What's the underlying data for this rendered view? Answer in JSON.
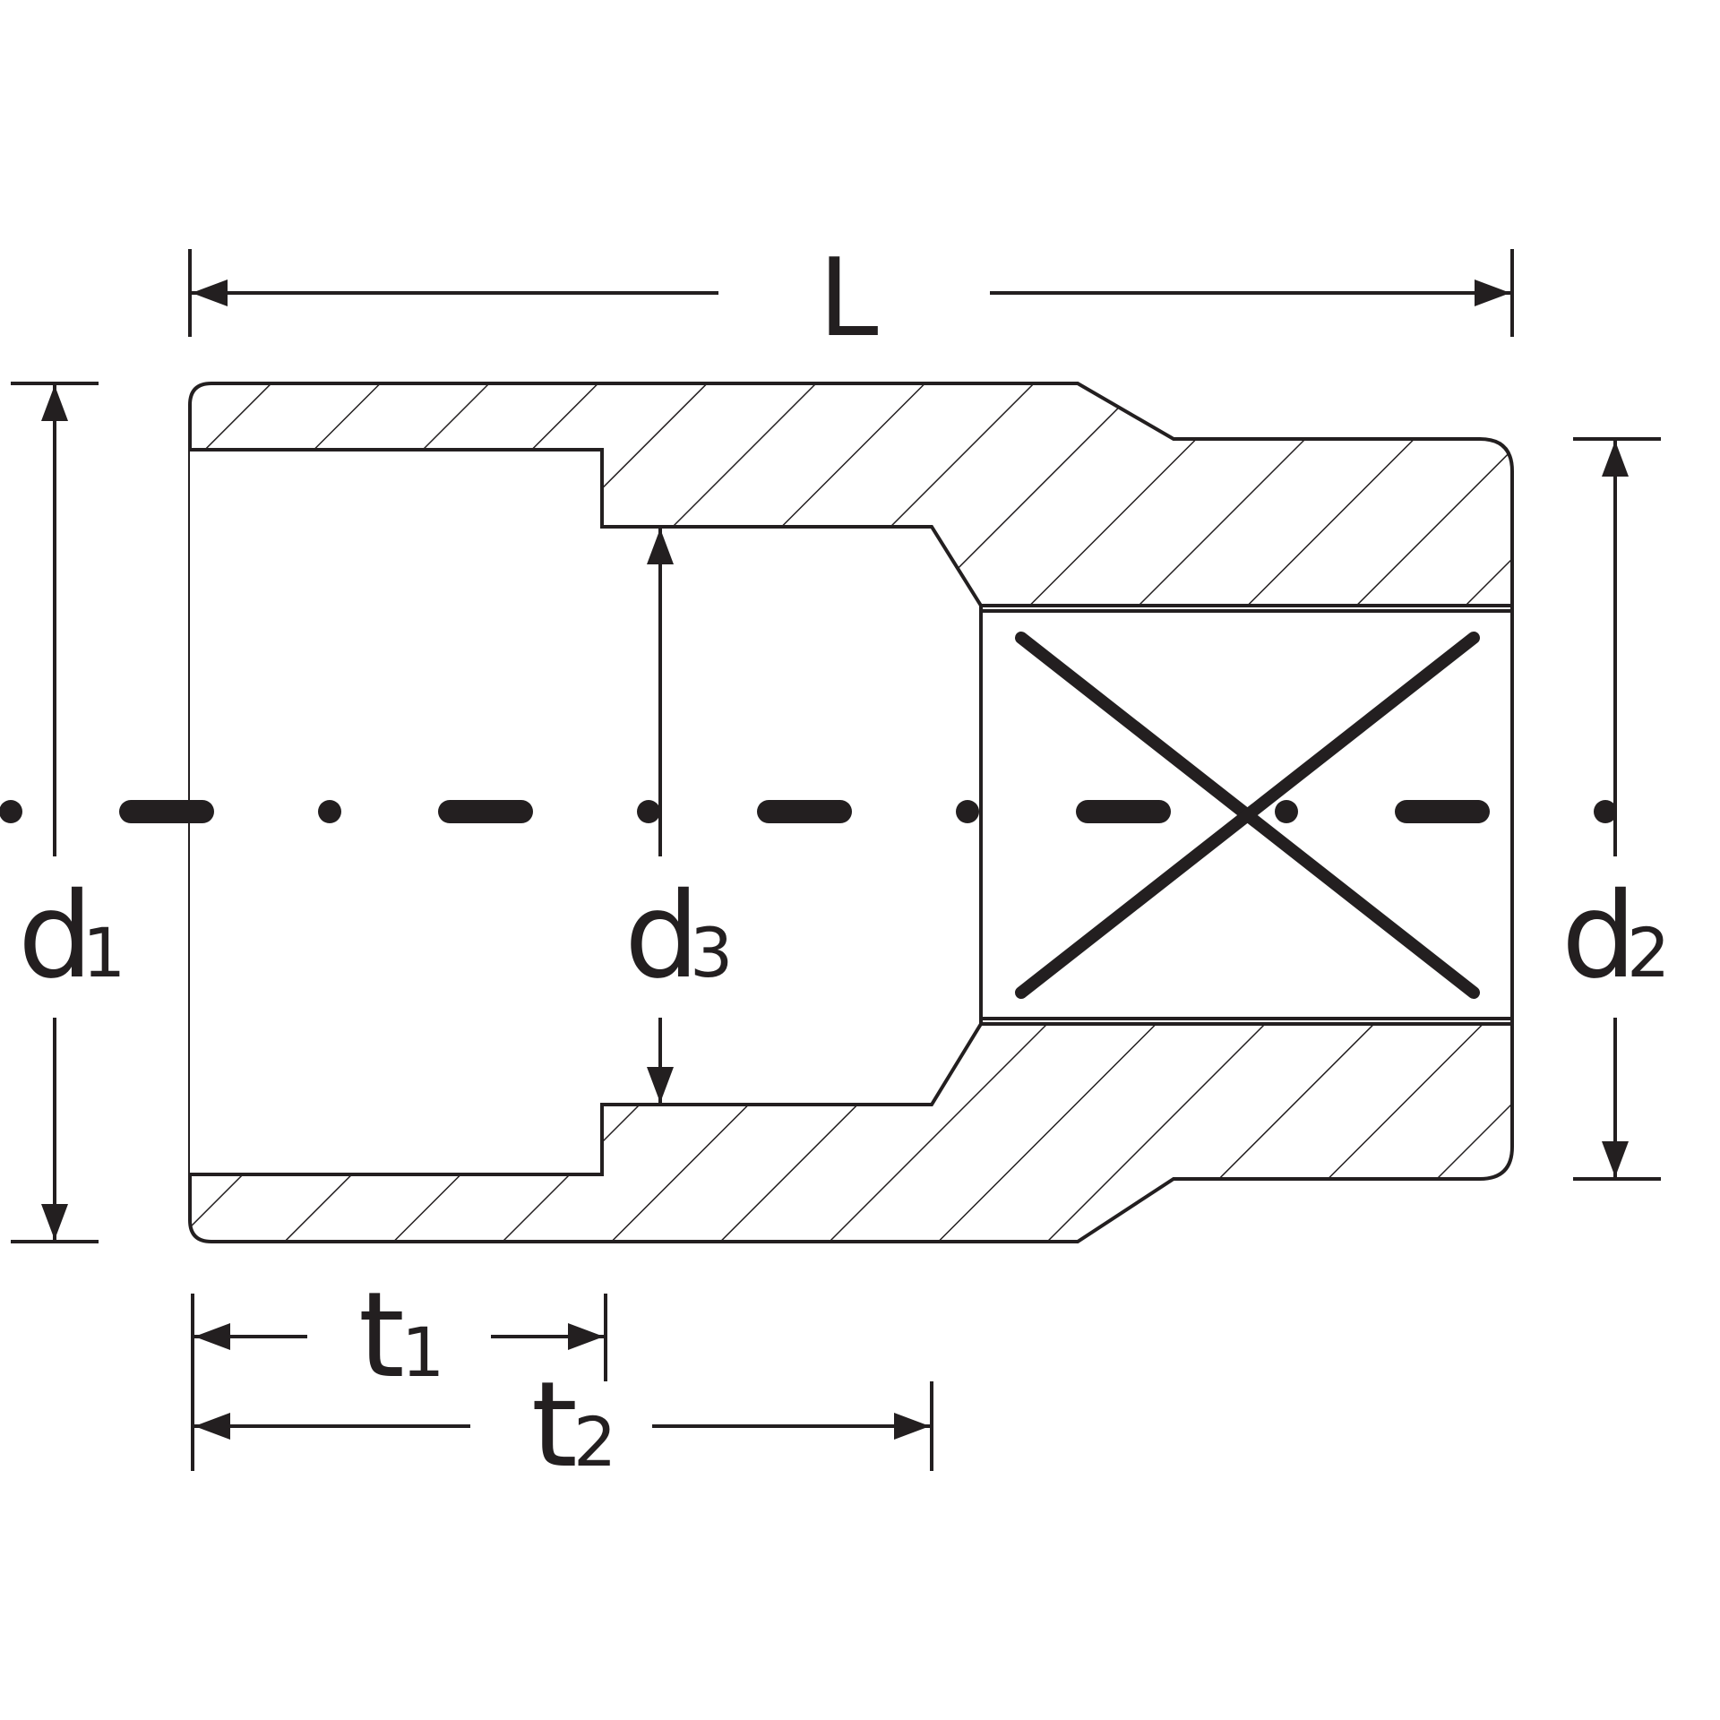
{
  "colors": {
    "ink": "#231f20",
    "background": "#ffffff"
  },
  "labels": {
    "L": {
      "main": "L",
      "sub": ""
    },
    "d1": {
      "main": "d",
      "sub": "1"
    },
    "d2": {
      "main": "d",
      "sub": "2"
    },
    "d3": {
      "main": "d",
      "sub": "3"
    },
    "t1": {
      "main": "t",
      "sub": "1"
    },
    "t2": {
      "main": "t",
      "sub": "2"
    }
  },
  "icons": {
    "square-drive": "cross-icon"
  }
}
